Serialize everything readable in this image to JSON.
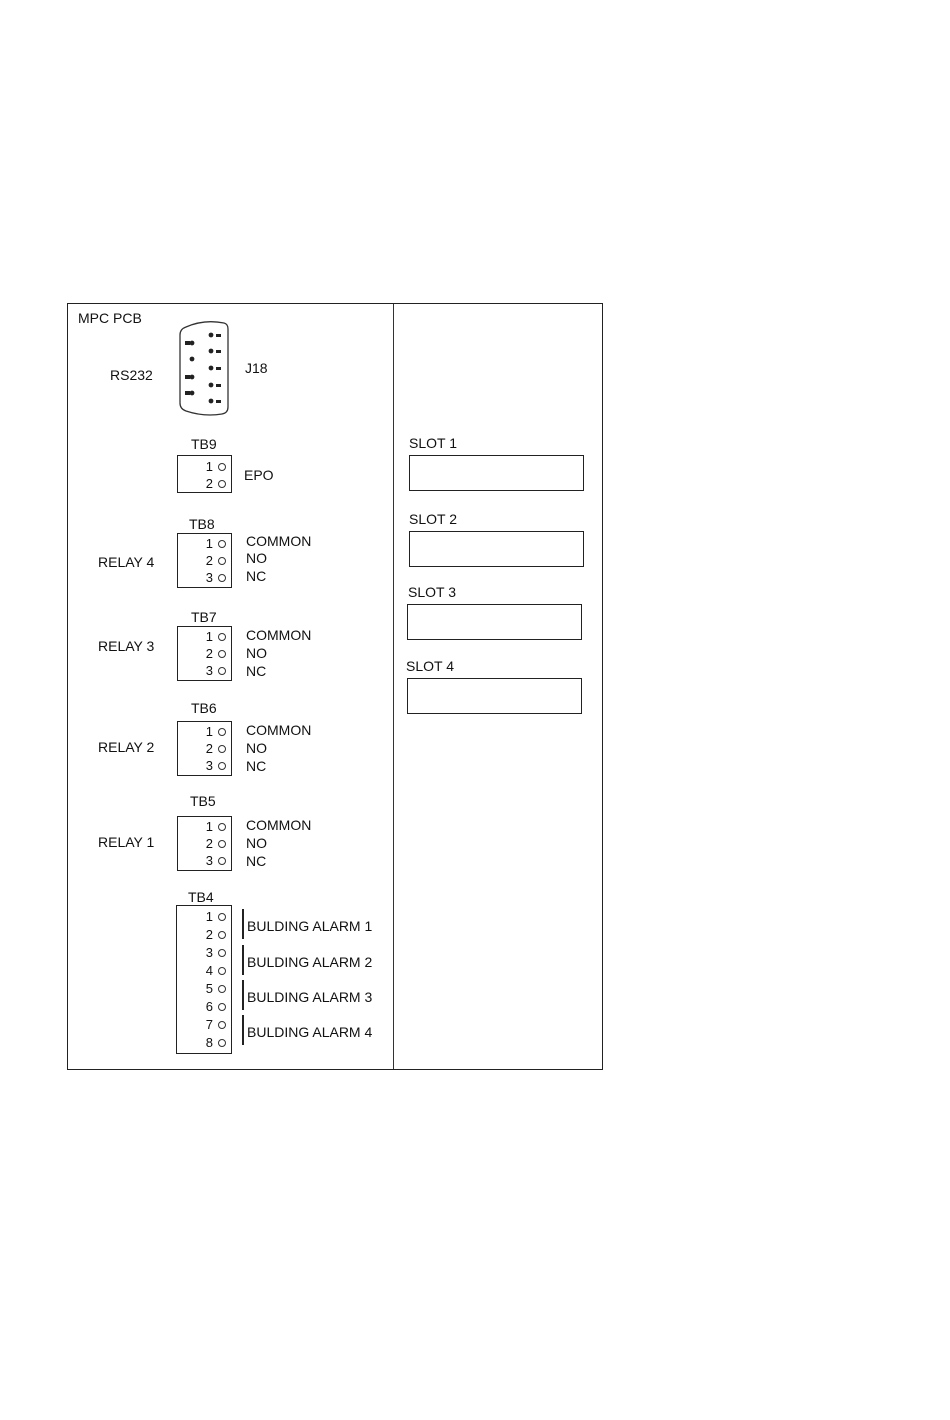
{
  "board": {
    "title": "MPC PCB"
  },
  "rs232": {
    "label": "RS232",
    "connector": "J18"
  },
  "tb9": {
    "name": "TB9",
    "pins": [
      "1",
      "2"
    ],
    "label": "EPO"
  },
  "relays": [
    {
      "block": "TB8",
      "relay": "RELAY 4",
      "pins": [
        "1",
        "2",
        "3"
      ],
      "signals": [
        "COMMON",
        "NO",
        "NC"
      ]
    },
    {
      "block": "TB7",
      "relay": "RELAY 3",
      "pins": [
        "1",
        "2",
        "3"
      ],
      "signals": [
        "COMMON",
        "NO",
        "NC"
      ]
    },
    {
      "block": "TB6",
      "relay": "RELAY 2",
      "pins": [
        "1",
        "2",
        "3"
      ],
      "signals": [
        "COMMON",
        "NO",
        "NC"
      ]
    },
    {
      "block": "TB5",
      "relay": "RELAY 1",
      "pins": [
        "1",
        "2",
        "3"
      ],
      "signals": [
        "COMMON",
        "NO",
        "NC"
      ]
    }
  ],
  "tb4": {
    "name": "TB4",
    "pins": [
      "1",
      "2",
      "3",
      "4",
      "5",
      "6",
      "7",
      "8"
    ],
    "alarms": [
      "BULDING ALARM 1",
      "BULDING ALARM 2",
      "BULDING ALARM 3",
      "BULDING ALARM 4"
    ]
  },
  "slots": [
    "SLOT 1",
    "SLOT 2",
    "SLOT 3",
    "SLOT 4"
  ]
}
